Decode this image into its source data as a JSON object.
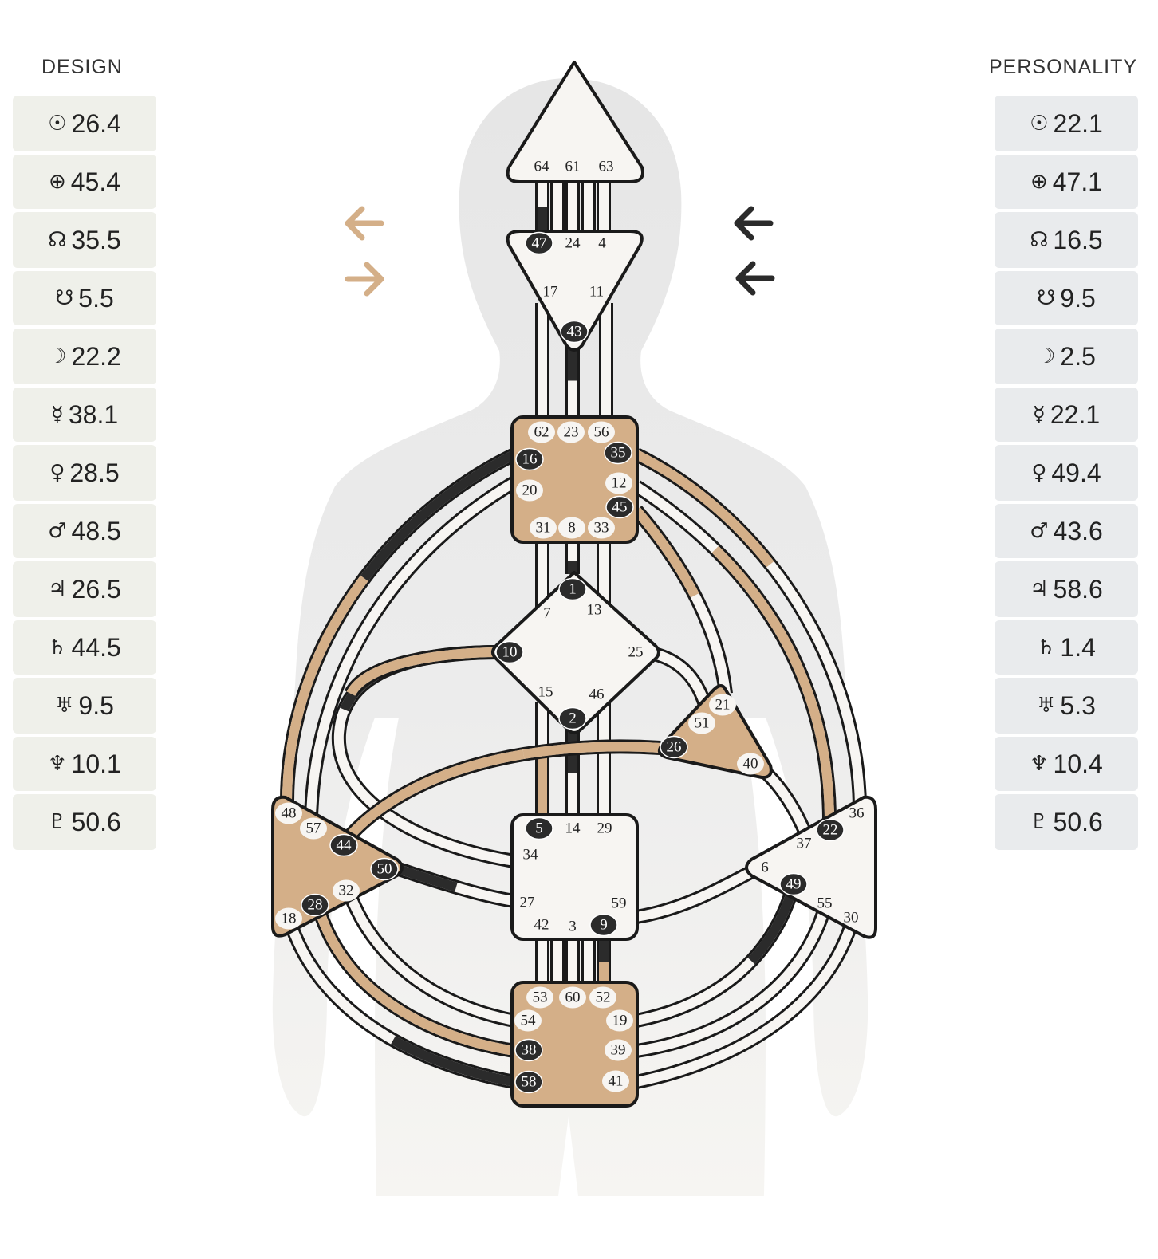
{
  "design": {
    "title": "DESIGN",
    "planets": [
      {
        "icon": "sun-icon",
        "symbol": "☉",
        "value": "26.4"
      },
      {
        "icon": "earth-icon",
        "symbol": "⊕",
        "value": "45.4"
      },
      {
        "icon": "north-node-icon",
        "symbol": "☊",
        "value": "35.5"
      },
      {
        "icon": "south-node-icon",
        "symbol": "☋",
        "value": "5.5"
      },
      {
        "icon": "moon-icon",
        "symbol": "☽",
        "value": "22.2"
      },
      {
        "icon": "mercury-icon",
        "symbol": "☿",
        "value": "38.1"
      },
      {
        "icon": "venus-icon",
        "symbol": "♀",
        "value": "28.5"
      },
      {
        "icon": "mars-icon",
        "symbol": "♂",
        "value": "48.5"
      },
      {
        "icon": "jupiter-icon",
        "symbol": "♃",
        "value": "26.5"
      },
      {
        "icon": "saturn-icon",
        "symbol": "♄",
        "value": "44.5"
      },
      {
        "icon": "uranus-icon",
        "symbol": "♅",
        "value": "9.5"
      },
      {
        "icon": "neptune-icon",
        "symbol": "♆",
        "value": "10.1"
      },
      {
        "icon": "pluto-icon",
        "symbol": "♇",
        "value": "50.6"
      }
    ]
  },
  "personality": {
    "title": "PERSONALITY",
    "planets": [
      {
        "icon": "sun-icon",
        "symbol": "☉",
        "value": "22.1"
      },
      {
        "icon": "earth-icon",
        "symbol": "⊕",
        "value": "47.1"
      },
      {
        "icon": "north-node-icon",
        "symbol": "☊",
        "value": "16.5"
      },
      {
        "icon": "south-node-icon",
        "symbol": "☋",
        "value": "9.5"
      },
      {
        "icon": "moon-icon",
        "symbol": "☽",
        "value": "2.5"
      },
      {
        "icon": "mercury-icon",
        "symbol": "☿",
        "value": "22.1"
      },
      {
        "icon": "venus-icon",
        "symbol": "♀",
        "value": "49.4"
      },
      {
        "icon": "mars-icon",
        "symbol": "♂",
        "value": "43.6"
      },
      {
        "icon": "jupiter-icon",
        "symbol": "♃",
        "value": "58.6"
      },
      {
        "icon": "saturn-icon",
        "symbol": "♄",
        "value": "1.4"
      },
      {
        "icon": "uranus-icon",
        "symbol": "♅",
        "value": "5.3"
      },
      {
        "icon": "neptune-icon",
        "symbol": "♆",
        "value": "10.4"
      },
      {
        "icon": "pluto-icon",
        "symbol": "♇",
        "value": "50.6"
      }
    ]
  },
  "colors": {
    "defined": "#d4af88",
    "dark": "#2b2b2b",
    "undefined": "#f7f5f2",
    "silhouette": "#e8e8e8",
    "design_arrow": "#d4af88",
    "personality_arrow": "#2b2b2b"
  },
  "arrows": {
    "design_top": "left-arrow-icon",
    "design_bottom": "right-arrow-icon",
    "personality_top": "left-arrow-icon",
    "personality_bottom": "left-arrow-icon"
  },
  "centers": {
    "head": {
      "defined": false,
      "gates": [
        "64",
        "61",
        "63"
      ]
    },
    "ajna": {
      "defined": false,
      "gates": [
        "47",
        "24",
        "4",
        "17",
        "11",
        "43"
      ]
    },
    "throat": {
      "defined": true,
      "gates": [
        "62",
        "23",
        "56",
        "16",
        "35",
        "20",
        "12",
        "45",
        "31",
        "8",
        "33"
      ]
    },
    "g": {
      "defined": false,
      "gates": [
        "1",
        "7",
        "13",
        "10",
        "25",
        "15",
        "46",
        "2"
      ]
    },
    "ego": {
      "defined": true,
      "gates": [
        "21",
        "51",
        "26",
        "40"
      ]
    },
    "sacral": {
      "defined": false,
      "gates": [
        "5",
        "14",
        "29",
        "34",
        "27",
        "59",
        "42",
        "3",
        "9"
      ]
    },
    "spleen": {
      "defined": true,
      "gates": [
        "48",
        "57",
        "44",
        "50",
        "32",
        "28",
        "18"
      ]
    },
    "solar_plexus": {
      "defined": false,
      "gates": [
        "36",
        "22",
        "37",
        "6",
        "49",
        "55",
        "30"
      ]
    },
    "root": {
      "defined": true,
      "gates": [
        "53",
        "60",
        "52",
        "54",
        "19",
        "38",
        "39",
        "58",
        "41"
      ]
    }
  },
  "activated_gates": {
    "personality": [
      "47",
      "43",
      "16",
      "35",
      "45",
      "1",
      "10",
      "2",
      "5",
      "9",
      "44",
      "28",
      "22",
      "49",
      "38",
      "58",
      "26",
      "50"
    ],
    "design": [
      "57",
      "48",
      "50",
      "26",
      "32",
      "18",
      "12",
      "62",
      "23",
      "56",
      "20",
      "31",
      "8",
      "33",
      "21",
      "51",
      "40",
      "53",
      "60",
      "52",
      "54",
      "19",
      "39",
      "41"
    ]
  }
}
